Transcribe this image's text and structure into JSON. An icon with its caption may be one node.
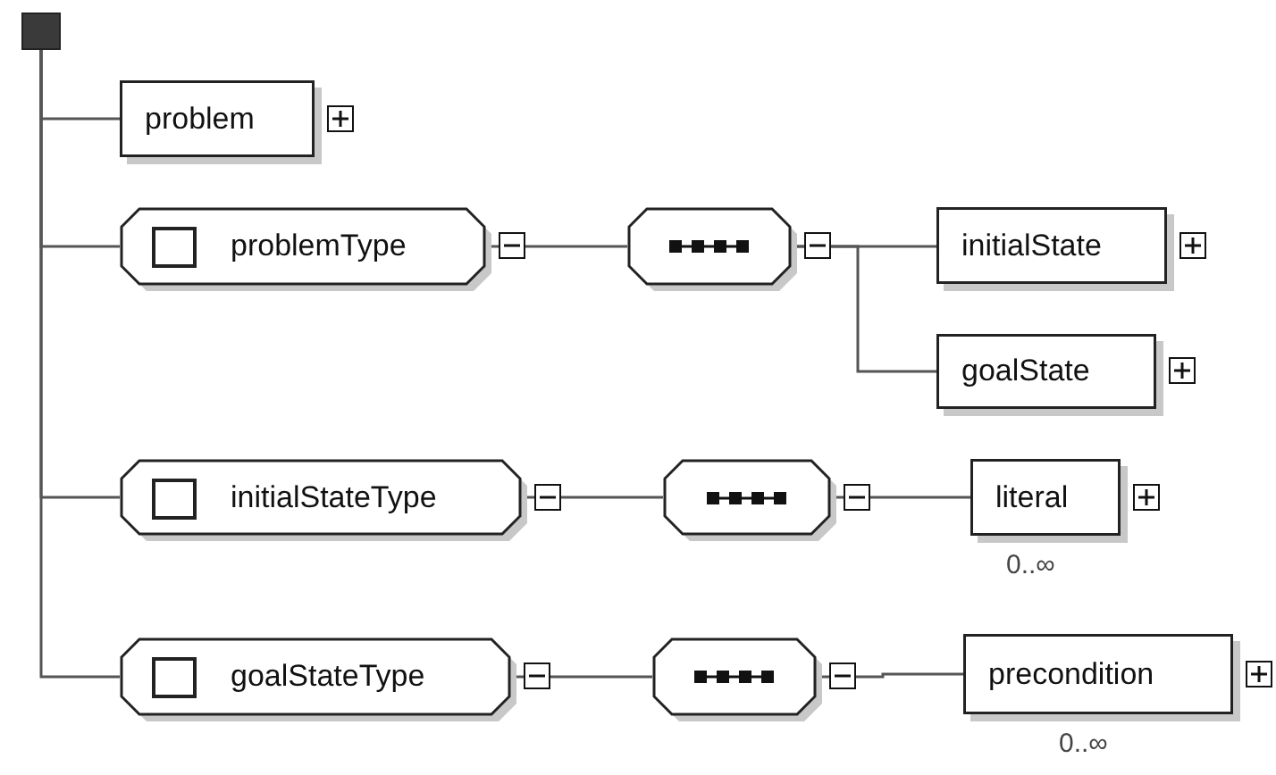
{
  "diagram": {
    "nodes": [
      {
        "text": [],
        "shape": "box"
      },
      {
        "text": [
          "problem"
        ]
      },
      {
        "text": [
          "problemType"
        ]
      },
      {
        "text": [],
        "shape": "octagon"
      },
      {
        "text": [
          "initialState"
        ]
      },
      {
        "text": [
          "goalState"
        ]
      },
      {
        "text": [
          "initialStateType"
        ]
      },
      {
        "text": [],
        "shape": "octagon"
      },
      {
        "text": [
          "literal"
        ],
        "beside": [
          "0..∞"
        ]
      },
      {
        "text": [
          "goalStateType"
        ]
      },
      {
        "text": [],
        "shape": "octagon"
      },
      {
        "text": [
          "precondition"
        ],
        "beside": [
          "0..∞"
        ]
      }
    ],
    "edges": [
      {
        "from": 0,
        "to": 1,
        "arrow": "none"
      },
      {
        "from": 0,
        "to": 2,
        "arrow": "none"
      },
      {
        "from": 0,
        "to": 6,
        "arrow": "none"
      },
      {
        "from": 0,
        "to": 9,
        "arrow": "none"
      },
      {
        "from": 2,
        "to": 3,
        "arrow": "none"
      },
      {
        "from": 3,
        "to": 4,
        "arrow": "none"
      },
      {
        "from": 3,
        "to": 5,
        "arrow": "none"
      },
      {
        "from": 6,
        "to": 7,
        "arrow": "none"
      },
      {
        "from": 7,
        "to": 8,
        "arrow": "none"
      },
      {
        "from": 9,
        "to": 10,
        "arrow": "none"
      },
      {
        "from": 10,
        "to": 11,
        "arrow": "none"
      }
    ]
  }
}
